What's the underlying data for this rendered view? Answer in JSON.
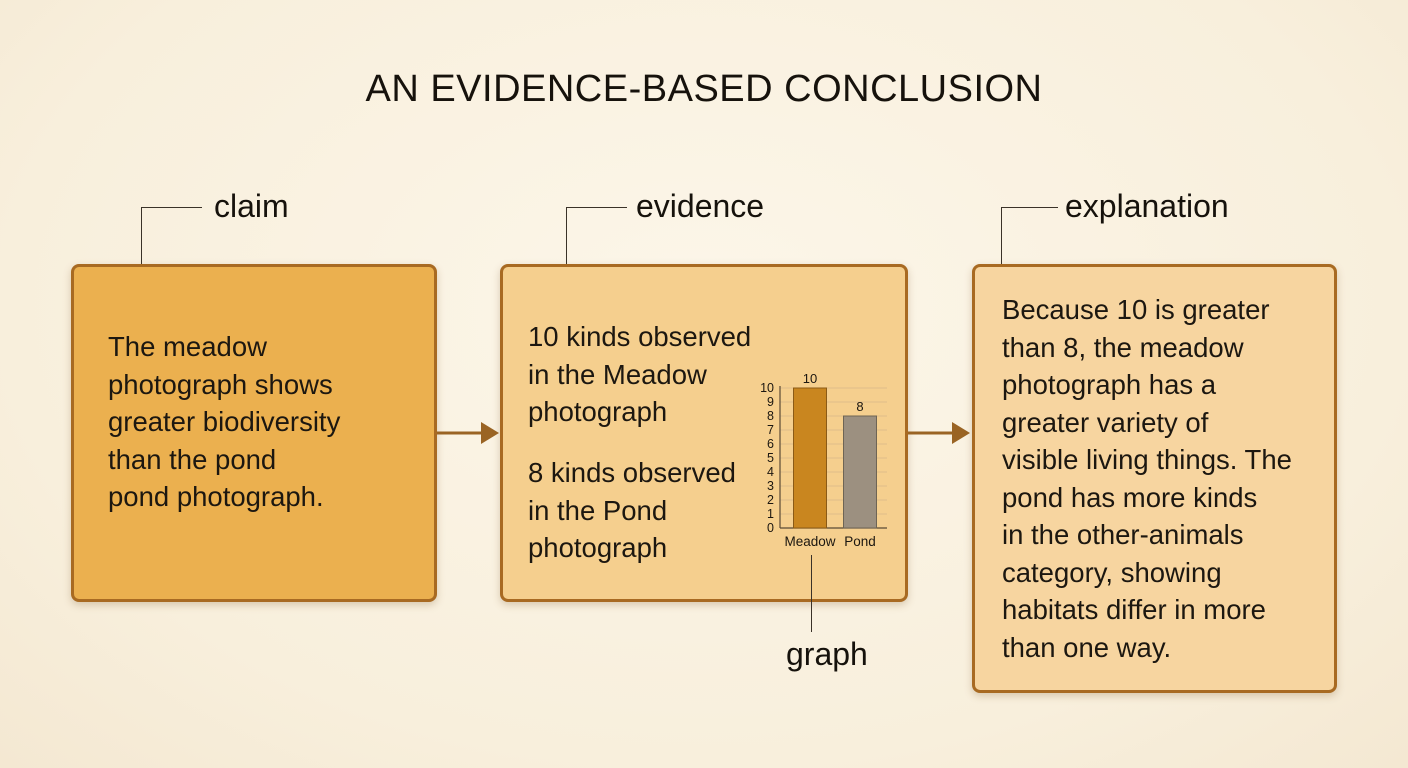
{
  "title": "AN EVIDENCE-BASED CONCLUSION",
  "claim": {
    "label": "claim",
    "lines": [
      "The meadow",
      "photograph shows",
      "greater biodiversity",
      "than the pond",
      "pond photograph."
    ]
  },
  "evidence": {
    "label": "evidence",
    "meadow_lines": [
      "10 kinds observed",
      "in the Meadow",
      "photograph"
    ],
    "pond_lines": [
      "8 kinds observed",
      "in the Pond",
      "photograph"
    ]
  },
  "explanation": {
    "label": "explanation",
    "lines": [
      "Because 10 is greater",
      "than 8, the meadow",
      "photograph has a",
      "greater variety of",
      "visible living things. The",
      "pond has more kinds",
      "in the other-animals",
      "category, showing",
      "habitats differ in more",
      "than one way."
    ]
  },
  "graph_label": "graph",
  "colors": {
    "claim_fill": "#ebb04f",
    "evidence_fill": "#f5cf8e",
    "explanation_fill": "#f7d5a0",
    "border": "#a86a22",
    "arrow": "#9a6424",
    "meadow_bar": "#c9861f",
    "pond_bar": "#9c9080"
  },
  "chart_data": {
    "type": "bar",
    "categories": [
      "Meadow",
      "Pond"
    ],
    "values": [
      10,
      8
    ],
    "data_labels": [
      "10",
      "8"
    ],
    "ylim": [
      0,
      10
    ],
    "yticks": [
      "0",
      "1",
      "2",
      "3",
      "4",
      "5",
      "6",
      "7",
      "8",
      "9",
      "10"
    ],
    "grid": true
  }
}
